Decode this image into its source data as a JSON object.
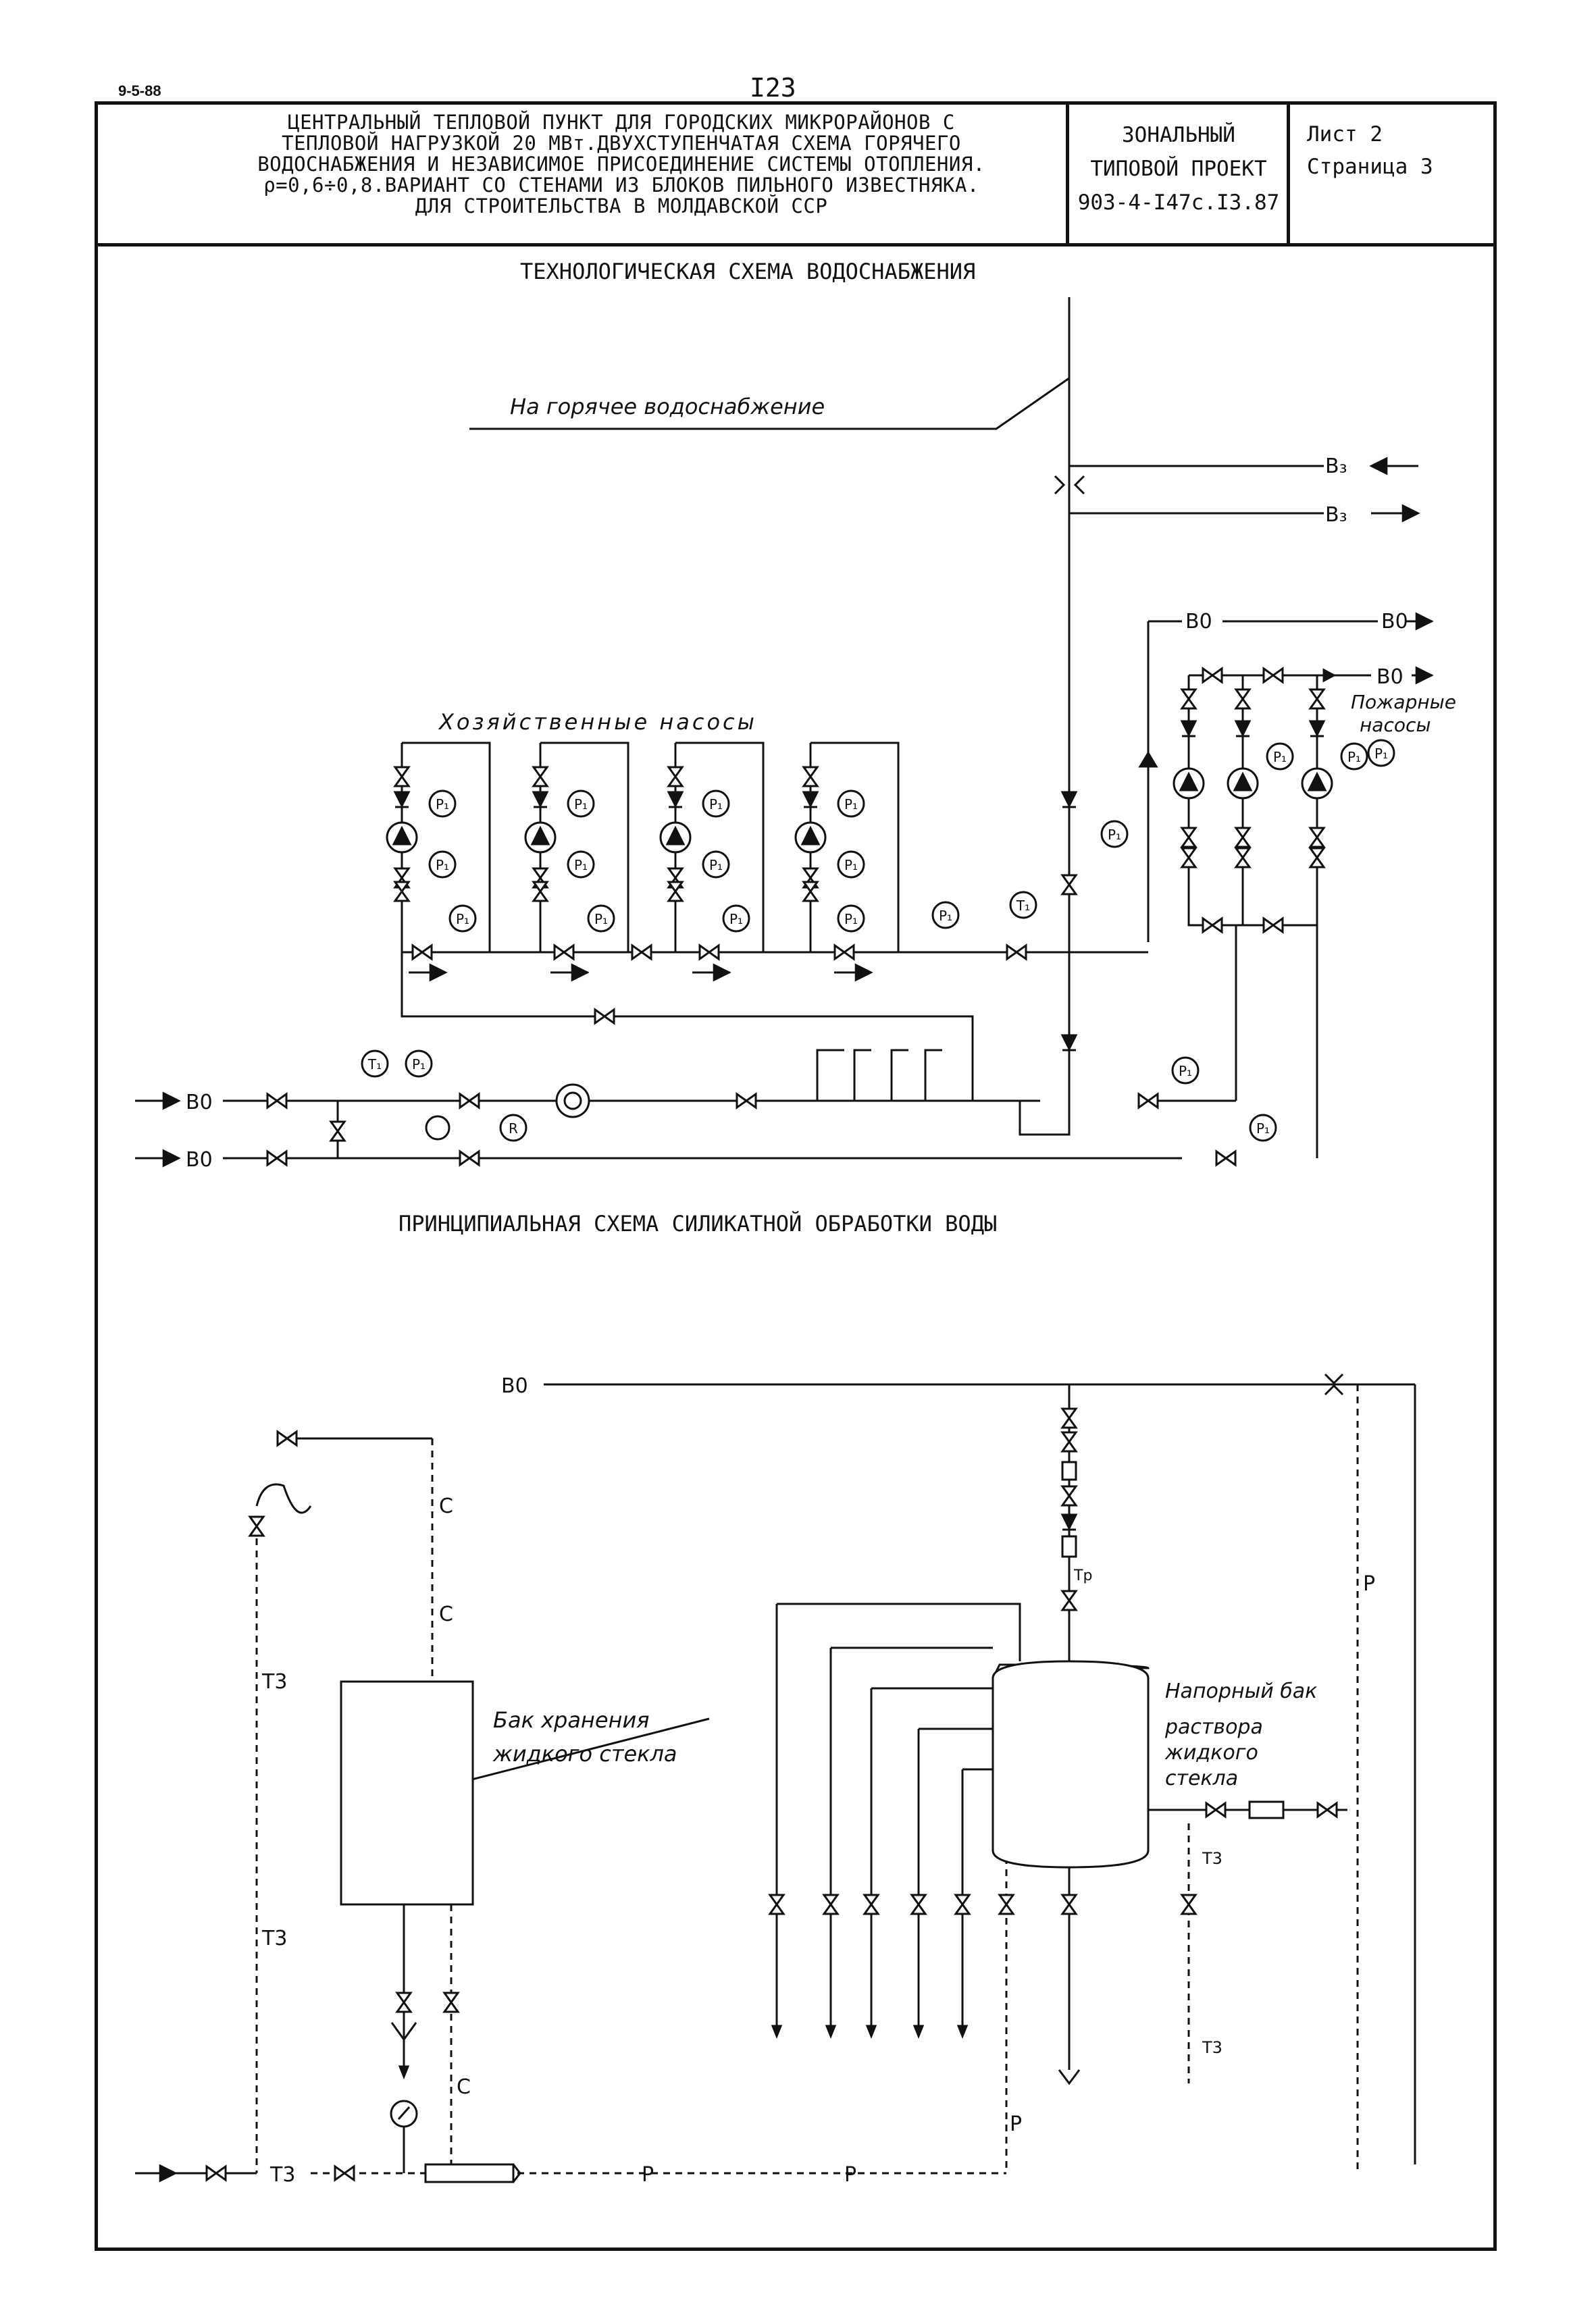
{
  "header": {
    "doc_code": "9-5-88",
    "page_number": "I23"
  },
  "title_block": {
    "main_lines": [
      "ЦЕНТРАЛЬНЫЙ ТЕПЛОВОЙ ПУНКТ ДЛЯ ГОРОДСКИХ МИКРОРАЙОНОВ С",
      "ТЕПЛОВОЙ НАГРУЗКОЙ 20 МВт.ДВУХСТУПЕНЧАТАЯ СХЕМА ГОРЯЧЕГО",
      "ВОДОСНАБЖЕНИЯ И НЕЗАВИСИМОЕ ПРИСОЕДИНЕНИЕ СИСТЕМЫ ОТОПЛЕНИЯ.",
      "ρ=0,6÷0,8.ВАРИАНТ СО СТЕНАМИ ИЗ БЛОКОВ ПИЛЬНОГО ИЗВЕСТНЯКА.",
      "ДЛЯ СТРОИТЕЛЬСТВА В МОЛДАВСКОЙ ССР"
    ],
    "project_type_line1": "ЗОНАЛЬНЫЙ",
    "project_type_line2": "ТИПОВОЙ ПРОЕКТ",
    "project_code": "903-4-I47с.I3.87",
    "sheet": "Лист 2",
    "page": "Страница 3"
  },
  "section1": {
    "title": "ТЕХНОЛОГИЧЕСКАЯ СХЕМА ВОДОСНАБЖЕНИЯ",
    "hot_water_label": "На горячее водоснабжение",
    "household_pumps_label": "Хозяйственные насосы",
    "fire_pumps_label_1": "Пожарные",
    "fire_pumps_label_2": "насосы",
    "line_b3": "В₃",
    "line_b0": "В0",
    "gauge_p": "P₁",
    "gauge_t": "T₁",
    "gauge_r": "R"
  },
  "section2": {
    "title": "ПРИНЦИПИАЛЬНАЯ СХЕМА СИЛИКАТНОЙ ОБРАБОТКИ ВОДЫ",
    "storage_tank_label_1": "Бак хранения",
    "storage_tank_label_2": "жидкого стекла",
    "pressure_tank_label_1": "Напорный бак",
    "pressure_tank_label_2": "раствора",
    "pressure_tank_label_3": "жидкого",
    "pressure_tank_label_4": "стекла",
    "line_b0": "В0",
    "line_t3": "Т3",
    "line_c": "С",
    "line_p": "Р",
    "line_tp": "Тр"
  }
}
